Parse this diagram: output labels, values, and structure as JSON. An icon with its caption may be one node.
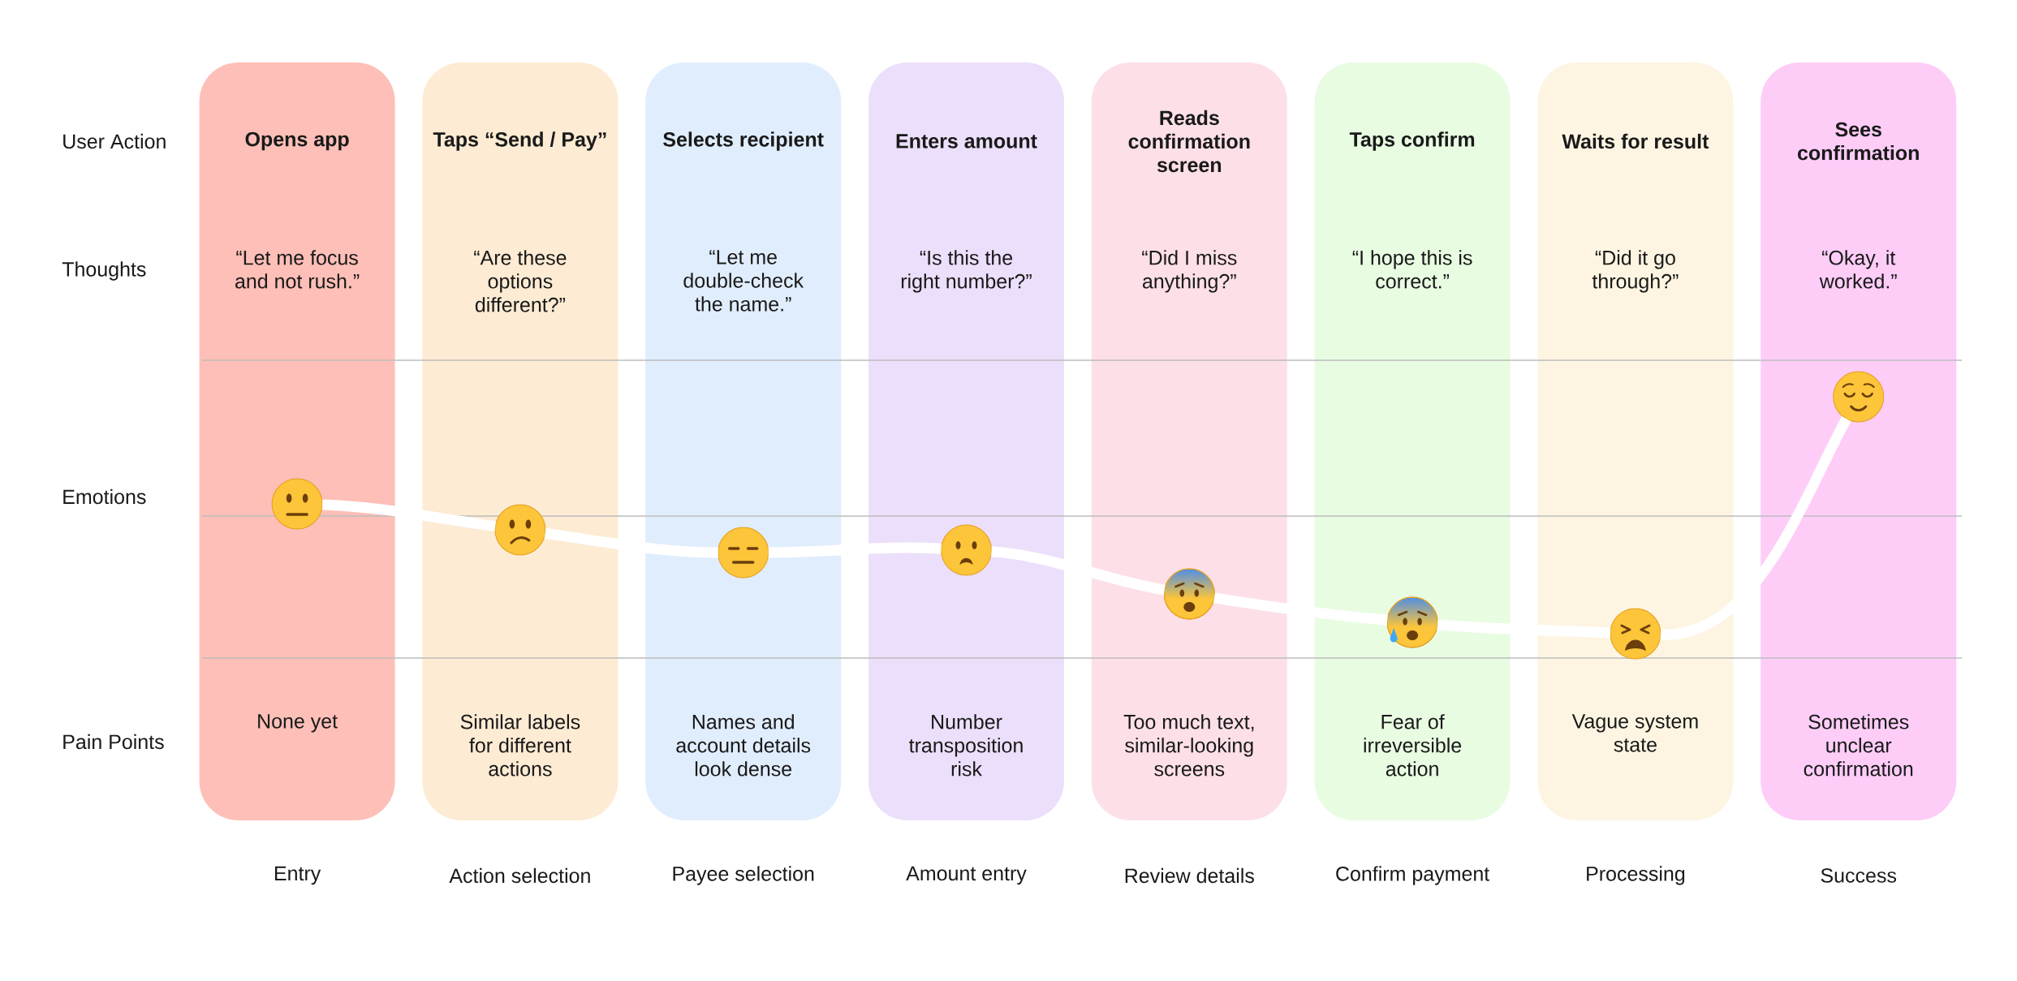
{
  "diagram": {
    "nodes": [
      {
        "text": [
          "Opens app",
          "“Let me focus and not rush.”",
          "None yet"
        ],
        "beside": [
          "Entry"
        ]
      },
      {
        "text": [
          "Taps “Send / Pay”",
          "“Are these options different?”",
          "Similar labels for different actions"
        ],
        "beside": [
          "Action selection"
        ]
      },
      {
        "text": [
          "Selects recipient",
          "“Let me double-check the name.”",
          "Names and account details look dense"
        ],
        "beside": [
          "Payee selection"
        ]
      },
      {
        "text": [
          "Enters amount",
          "“Is this the right number?”",
          "Number transposition risk"
        ],
        "beside": [
          "Amount entry"
        ]
      },
      {
        "text": [
          "Reads confirmation screen",
          "“Did I miss anything?”",
          "Too much text, similar-looking screens"
        ],
        "beside": [
          "Review details"
        ]
      },
      {
        "text": [
          "Taps confirm",
          "“I hope this is correct.”",
          "Fear of irreversible action"
        ],
        "beside": [
          "Confirm payment"
        ]
      },
      {
        "text": [
          "Waits for result",
          "“Did it go through?”",
          "Vague system state"
        ],
        "beside": [
          "Processing"
        ]
      },
      {
        "text": [
          "Sees confirmation",
          "“Okay, it worked.”",
          "Sometimes unclear confirmation"
        ],
        "beside": [
          "Success"
        ]
      },
      {
        "text": [],
        "shape": "circle",
        "in": 0
      },
      {
        "text": [],
        "shape": "circle",
        "in": 1
      },
      {
        "text": [],
        "shape": "circle",
        "in": 2
      },
      {
        "text": [],
        "shape": "circle",
        "in": 3
      },
      {
        "text": [],
        "shape": "circle",
        "in": 4
      },
      {
        "text": [],
        "shape": "circle",
        "in": 5
      },
      {
        "text": [],
        "shape": "circle",
        "in": 6
      },
      {
        "text": [],
        "shape": "circle",
        "in": 7
      }
    ],
    "edges": [
      {
        "from": 8,
        "to": 9,
        "arrow": "none"
      },
      {
        "from": 9,
        "to": 10,
        "arrow": "none"
      },
      {
        "from": 10,
        "to": 11,
        "arrow": "none"
      },
      {
        "from": 11,
        "to": 12,
        "arrow": "none"
      },
      {
        "from": 12,
        "to": 13,
        "arrow": "none"
      },
      {
        "from": 13,
        "to": 14,
        "arrow": "none"
      },
      {
        "from": 14,
        "to": 15,
        "arrow": "none"
      }
    ],
    "labels": [
      "User Action",
      "Thoughts",
      "Emotions",
      "Pain Points"
    ]
  }
}
